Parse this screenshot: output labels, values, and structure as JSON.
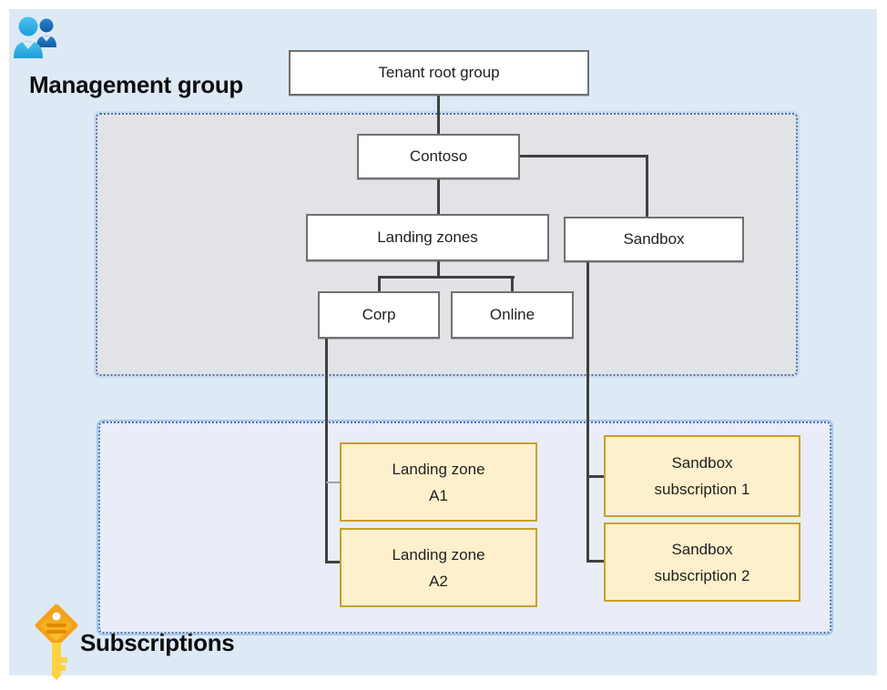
{
  "labels": {
    "management_group": "Management group",
    "subscriptions": "Subscriptions"
  },
  "nodes": {
    "tenant_root_group": {
      "label": "Tenant root group"
    },
    "contoso": {
      "label": "Contoso"
    },
    "landing_zones": {
      "label": "Landing zones"
    },
    "sandbox": {
      "label": "Sandbox"
    },
    "corp": {
      "label": "Corp"
    },
    "online": {
      "label": "Online"
    }
  },
  "subscription_nodes": {
    "landing_zone_a1": {
      "line1": "Landing zone",
      "line2": "A1"
    },
    "landing_zone_a2": {
      "line1": "Landing zone",
      "line2": "A2"
    },
    "sandbox_subscription_1": {
      "line1": "Sandbox",
      "line2": "subscription 1"
    },
    "sandbox_subscription_2": {
      "line1": "Sandbox",
      "line2": "subscription 2"
    }
  },
  "icons": {
    "management_group": "people-icon",
    "subscriptions": "key-icon"
  },
  "colors": {
    "page_background": "#ffffff",
    "panel_background": "#ddeaf6",
    "management_container_fill": "#e2e3e7",
    "subscriptions_container_fill": "#e9edf8",
    "container_dotted_border": "#4a74ad",
    "node_fill": "#ffffff",
    "node_border": "#707070",
    "subscription_fill": "#fef0cd",
    "subscription_border": "#c9a02c",
    "connector": "#404040",
    "connector_light": "#a3a3a3",
    "people_icon_front": "#35b1e3",
    "people_icon_back": "#1b6fbb",
    "key_icon_orange": "#f6a21c",
    "key_icon_yellow": "#ffd23f"
  }
}
